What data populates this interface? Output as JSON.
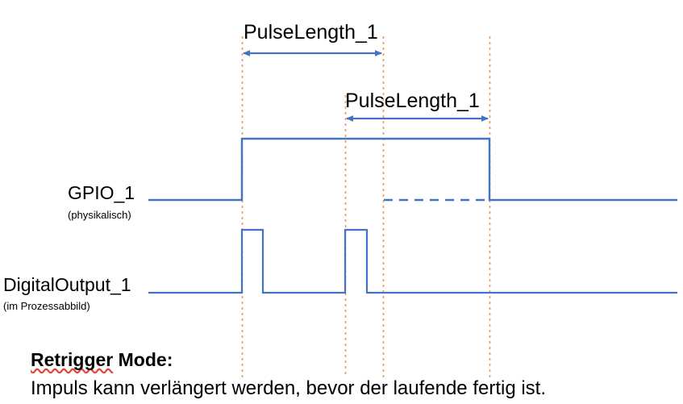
{
  "figure": {
    "title_text": "Retrigger Mode:",
    "title_spell_word": "Retrigger",
    "title_rest": " Mode:",
    "caption": "Impuls kann verlängert werden, bevor der laufende fertig ist."
  },
  "signals": {
    "gpio": {
      "name": "GPIO_1",
      "subtitle": "(physikalisch)"
    },
    "digital_output": {
      "name": "DigitalOutput_1",
      "subtitle": "(im Prozessabbild)"
    }
  },
  "annotations": {
    "measure_1": "PulseLength_1",
    "measure_2": "PulseLength_1"
  },
  "colors": {
    "signal_blue": "#4472C4",
    "guide_orange": "#ED9B55",
    "spell_red": "#E8453C",
    "text_black": "#000000",
    "background": "#FFFFFF"
  },
  "chart_data": {
    "type": "line",
    "title": "Retrigger Mode:",
    "xlabel": "",
    "ylabel": "",
    "grid": false,
    "legend": "none",
    "xlim": [
      0,
      847
    ],
    "guides": [
      {
        "name": "t0-rising-edge-1",
        "x": 300,
        "y_top": 45,
        "y_bottom": 468
      },
      {
        "name": "t1-rising-edge-2",
        "x": 428,
        "y_top": 118,
        "y_bottom": 468
      },
      {
        "name": "t2-original-end",
        "x": 475,
        "y_top": 45,
        "y_bottom": 468
      },
      {
        "name": "t3-retriggered-end",
        "x": 607,
        "y_top": 45,
        "y_bottom": 468
      }
    ],
    "series": [
      {
        "name": "GPIO_1",
        "level_low_y": 248,
        "level_high_y": 172,
        "x_start": 184,
        "x_end": 840,
        "transitions": [
          {
            "x": 300,
            "edge": "rise"
          },
          {
            "x": 607,
            "edge": "fall"
          }
        ],
        "ghost_dashed_low": {
          "x_start": 475,
          "x_end": 607,
          "y": 248
        }
      },
      {
        "name": "DigitalOutput_1",
        "level_low_y": 363,
        "level_high_y": 285,
        "x_start": 184,
        "x_end": 840,
        "pulses": [
          {
            "x_start": 300,
            "x_end": 326
          },
          {
            "x_start": 428,
            "x_end": 455
          }
        ]
      }
    ],
    "measurements": [
      {
        "label": "PulseLength_1",
        "x_start": 300,
        "x_end": 475,
        "y": 66,
        "style": "double-arrow"
      },
      {
        "label": "PulseLength_1",
        "x_start": 428,
        "x_end": 607,
        "y": 147,
        "style": "double-arrow"
      }
    ]
  }
}
